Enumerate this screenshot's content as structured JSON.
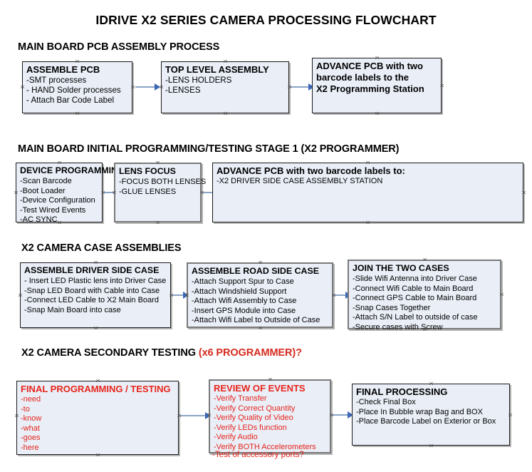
{
  "document": {
    "title": "IDRIVE X2  SERIES CAMERA PROCESSING FLOWCHART"
  },
  "sections": [
    {
      "id": "main-board-pcb-assembly",
      "heading": "MAIN BOARD PCB ASSEMBLY PROCESS",
      "nodes": [
        {
          "id": "assemble-pcb",
          "title": "ASSEMBLE PCB",
          "lines": [
            "-SMT processes",
            "- HAND Solder processes",
            "- Attach Bar Code Label"
          ]
        },
        {
          "id": "top-level-assembly",
          "title": "TOP LEVEL ASSEMBLY",
          "lines": [
            "-LENS HOLDERS",
            "-LENSES"
          ]
        },
        {
          "id": "advance-pcb-programming-station",
          "title": "ADVANCE PCB with two",
          "lines": [
            "barcode labels to the",
            " X2 Programming Station"
          ]
        }
      ]
    },
    {
      "id": "main-board-initial-programming",
      "heading": "MAIN BOARD INITIAL PROGRAMMING/TESTING STAGE 1 (X2 PROGRAMMER)",
      "nodes": [
        {
          "id": "device-programming",
          "title": "DEVICE PROGRAMMING",
          "lines": [
            "-Scan Barcode",
            "-Boot Loader",
            "-Device Configuration",
            "-Test Wired Events",
            "-AC SYNC"
          ]
        },
        {
          "id": "lens-focus",
          "title": "LENS FOCUS",
          "lines": [
            "-FOCUS BOTH LENSES",
            "-GLUE LENSES"
          ]
        },
        {
          "id": "advance-pcb-driver-side-case",
          "title": "ADVANCE PCB with two barcode labels to:",
          "lines": [
            "-X2 DRIVER  SIDE  CASE  ASSEMBLY STATION"
          ]
        }
      ]
    },
    {
      "id": "x2-camera-case-assemblies",
      "heading": "X2 CAMERA CASE ASSEMBLIES",
      "nodes": [
        {
          "id": "assemble-driver-side-case",
          "title": "ASSEMBLE DRIVER SIDE CASE",
          "lines": [
            "- Insert LED Plastic lens into Driver Case",
            "-Snap LED Board with Cable into Case",
            "-Connect LED Cable to X2 Main Board",
            "-Snap Main Board into case"
          ]
        },
        {
          "id": "assemble-road-side-case",
          "title": "ASSEMBLE ROAD SIDE CASE",
          "lines": [
            "-Attach Support Spur to Case",
            "-Attach Windshield Support",
            "-Attach Wifi Assembly to Case",
            "-Insert GPS Module into Case",
            "-Attach Wifi Label to Outside of Case"
          ]
        },
        {
          "id": "join-the-two-cases",
          "title": "JOIN THE TWO CASES",
          "lines": [
            "-Slide Wifi Antenna into Driver Case",
            "-Connect Wifi Cable to Main Board",
            "-Connect GPS Cable to Main Board",
            "-Snap Cases Together",
            "-Attach S/N Label to outside of case",
            "-Secure cases with Screw"
          ]
        }
      ]
    },
    {
      "id": "x2-camera-secondary-testing",
      "heading": "X2 CAMERA SECONDARY TESTING ",
      "heading_accent": "(x6 PROGRAMMER)?",
      "nodes": [
        {
          "id": "final-programming-testing",
          "title": "FINAL PROGRAMMING / TESTING",
          "lines": [
            "-need",
            "-to",
            "-know",
            "-what",
            "-goes",
            "-here"
          ]
        },
        {
          "id": "review-of-events",
          "title": "REVIEW OF EVENTS",
          "lines": [
            "-Verify Transfer",
            "-Verify Correct Quantity",
            "-Verify Quality of Video",
            "-Verify LEDs function",
            "-Verify Audio",
            "-Verify BOTH Accelerometers"
          ],
          "overflow_line": "-Test of accessory ports?"
        },
        {
          "id": "final-processing",
          "title": "FINAL PROCESSING",
          "lines": [
            "-Check Final Box",
            "-Place In Bubble wrap Bag and BOX",
            "-Place Barcode Label on Exterior or Box"
          ]
        }
      ]
    }
  ],
  "colors": {
    "node_fill": "#e9eef7",
    "node_border": "#1a1a1a",
    "connector_shaft": "#8ba3c4",
    "connector_head": "#3c67b5",
    "accent_red": "#e8251c",
    "heading_accent_red": "#d52b1e",
    "text": "#000000"
  }
}
